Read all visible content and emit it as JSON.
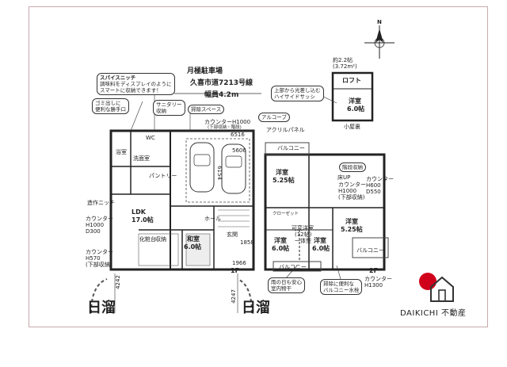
{
  "header": {
    "parking": "月極駐車場",
    "road": "久喜市道7213号線",
    "road_width": "幅員4.2m"
  },
  "callouts": {
    "spice": [
      "スパイスニッチ",
      "調味料をディスプレイのように",
      "スマートに収納できます！"
    ],
    "trash": [
      "ゴミ出しに",
      "便利な勝手口"
    ],
    "sanitary": [
      "サニタリー",
      "収納"
    ],
    "cleaning": "掃除スペース",
    "alcove": "アルコーブ",
    "loft_light": [
      "上部から光差し込む",
      "ハイサイドサッシ"
    ],
    "ceiling_storage": "階段収納",
    "rain": [
      "雨の日も安心",
      "室内物干"
    ],
    "balcony_tap": [
      "掃除に便利な",
      "バルコニー水栓"
    ]
  },
  "dimensions": {
    "d1": "6516",
    "d2": "5606",
    "d3": "6154",
    "d4": "1966",
    "d5": "4242",
    "d6": "4247",
    "d7": "1858"
  },
  "counter_notes": {
    "counter_top": "カウンターH1000",
    "counter_top_sub": "(下部収納・階段)",
    "acryl": "アクリルパネル",
    "counter_left1": [
      "カウンター",
      "H1000",
      "D300"
    ],
    "counter_left2": [
      "カウンター",
      "H570",
      "(下部収納)"
    ],
    "counter_right1": [
      "カウンター",
      "H1000",
      "(下部収納)"
    ],
    "counter_right2": [
      "カウンター",
      "H600",
      "D550"
    ],
    "counter_right3": [
      "カウンター",
      "H1300"
    ],
    "floor_up": "床UP",
    "kitchen_niche": "造作ニッチ"
  },
  "rooms_1f": {
    "ldk": "LDK",
    "ldk_size": "17.0帖",
    "washitsu": "和室",
    "washitsu_size": "6.0帖",
    "entrance": "玄関",
    "hall": "ホール",
    "wc": "WC",
    "bath": "浴室",
    "wash": "洗面室",
    "pantry": "パントリー",
    "storage": "収納",
    "cabinet": "化粧台",
    "floor_label": "1F"
  },
  "rooms_2f": {
    "balcony_top": "バルコニー",
    "room1": "洋室",
    "room1_size": "5.25帖",
    "room2": "洋室",
    "room2_size": "5.25帖",
    "room3": "洋室",
    "room3_size": "6.0帖",
    "room4": "可変洋室",
    "room4_size": "(12帖)",
    "room4_note": "一体型",
    "room5": "洋室",
    "room5_size": "6.0帖",
    "balcony_right": "バルコニー",
    "balcony_bottom": "バルコニー",
    "closet": "クローゼット",
    "floor_label": "2F"
  },
  "loft": {
    "area": "約2.2帖",
    "area_m2": "(3.72m²)",
    "title": "ロフト",
    "room": "洋室",
    "room_size": "6.0帖",
    "caption": "小屋裏"
  },
  "sunlight": [
    "日溜",
    "日溜"
  ],
  "compass": "N",
  "brand": {
    "name": "DAIKICHI 不動産",
    "accent_color": "#d0021b"
  }
}
